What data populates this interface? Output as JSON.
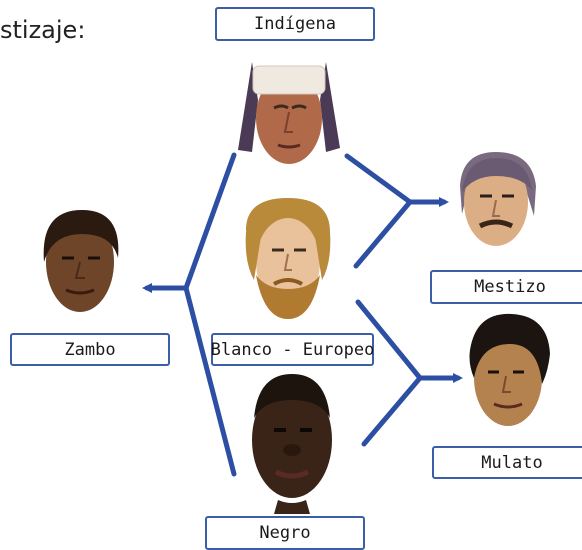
{
  "heading": "stizaje:",
  "colors": {
    "arrow": "#2d4fa3",
    "label_border": "#3b5ea8"
  },
  "labels": {
    "indigena": "Indígena",
    "mestizo": "Mestizo",
    "blanco": "Blanco - Europeo",
    "zambo": "Zambo",
    "mulato": "Mulato",
    "negro": "Negro"
  },
  "portraits": [
    "indigena-face",
    "blanco-face",
    "negro-face",
    "mestizo-face",
    "mulato-face",
    "zambo-face"
  ]
}
